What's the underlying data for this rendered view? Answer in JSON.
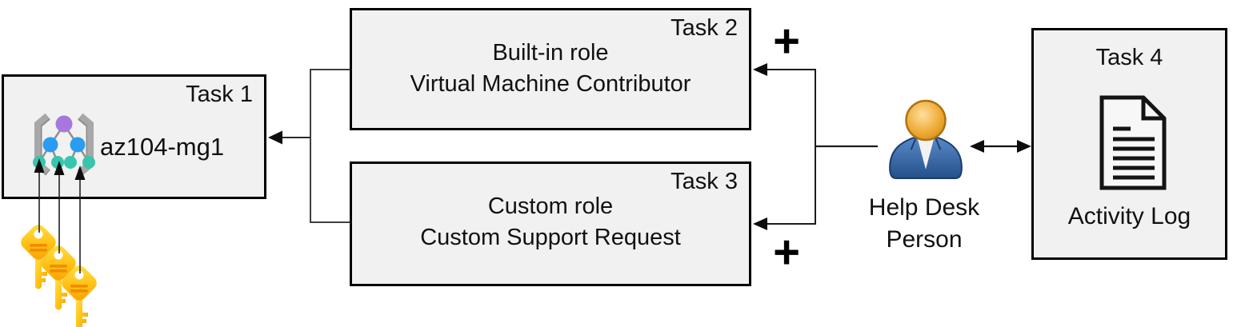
{
  "task1": {
    "label": "Task 1",
    "resource_name": "az104-mg1",
    "icon": "management-group-icon"
  },
  "task2": {
    "label": "Task 2",
    "role_type": "Built-in role",
    "role_name": "Virtual Machine Contributor"
  },
  "task3": {
    "label": "Task 3",
    "role_type": "Custom role",
    "role_name": "Custom Support Request"
  },
  "task4": {
    "label": "Task 4",
    "caption": "Activity Log",
    "icon": "document-icon"
  },
  "actor": {
    "name_line1": "Help Desk",
    "name_line2": "Person",
    "icon": "person-icon"
  },
  "annotations": {
    "plus_top": "+",
    "plus_bottom": "+"
  },
  "decorations": {
    "key_icon_count": 3,
    "icon": "key-icon"
  },
  "colors": {
    "background": "#ffffff",
    "box_fill": "#f1f1f1",
    "box_border": "#000000",
    "connector": "#2b2b2b",
    "mg_purple": "#a678dd",
    "mg_blue": "#2b9cf2",
    "mg_teal": "#36c6ad",
    "mg_bracket": "#9e9e9e",
    "key_yellow": "#ffe14f",
    "key_orange": "#fb9e00",
    "key_bar": "#f08c00",
    "person_body_blue": "#2b568f",
    "person_head_orange": "#eda72f"
  }
}
